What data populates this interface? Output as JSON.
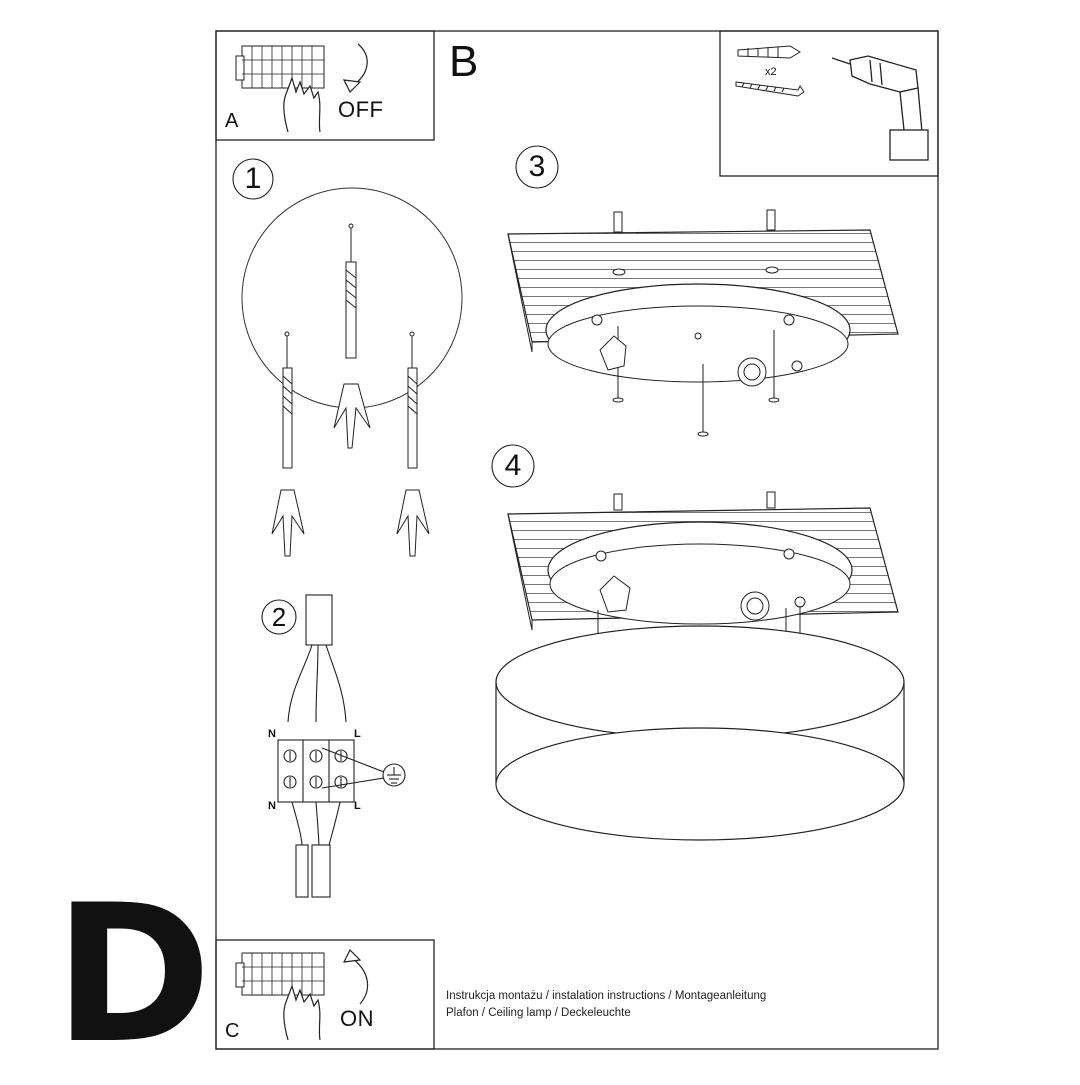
{
  "panels": {
    "a": {
      "letter": "A",
      "action": "OFF"
    },
    "b": {
      "letter": "B",
      "quantity": "x2"
    },
    "c": {
      "letter": "C",
      "action": "ON"
    }
  },
  "steps": [
    "1",
    "2",
    "3",
    "4"
  ],
  "terminal_labels": {
    "top_left": "N",
    "top_right": "L",
    "bottom_left": "N",
    "bottom_right": "L"
  },
  "caption": {
    "line1": "Instrukcja montażu / instalation instructions / Montageanleitung",
    "line2": "Plafon / Ceiling lamp / Deckeleuchte"
  },
  "corner_mark": "D",
  "icons": [
    "breaker-panel-icon",
    "hand-icon",
    "rotate-arrow-icon",
    "wall-plug-icon",
    "screw-icon",
    "drill-icon",
    "ground-symbol-icon"
  ]
}
